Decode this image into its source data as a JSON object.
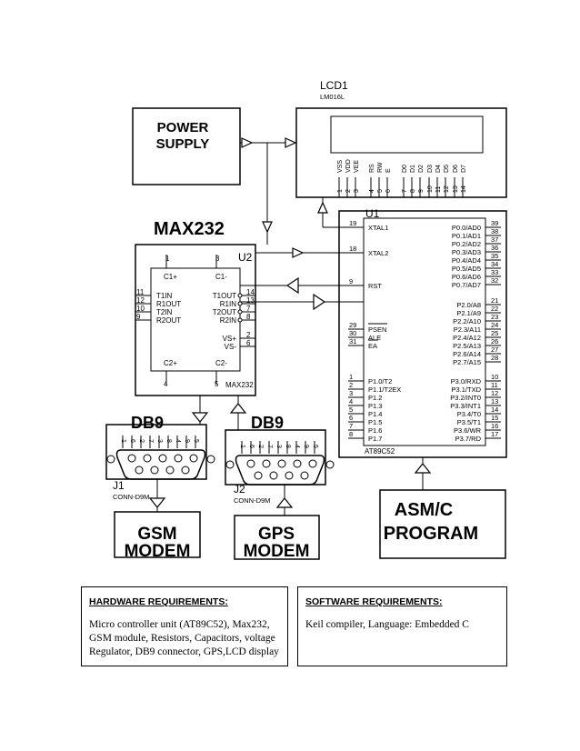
{
  "lcd": {
    "ref": "LCD1",
    "model": "LM016L",
    "pin_names": [
      "VSS",
      "VDD",
      "VEE",
      "RS",
      "RW",
      "E",
      "D0",
      "D1",
      "D2",
      "D3",
      "D4",
      "D5",
      "D6",
      "D7"
    ],
    "pin_numbers": [
      "1",
      "2",
      "3",
      "4",
      "5",
      "6",
      "7",
      "8",
      "9",
      "10",
      "11",
      "12",
      "13",
      "14"
    ]
  },
  "power_supply": {
    "line1": "POWER",
    "line2": "SUPPLY"
  },
  "max232": {
    "title": "MAX232",
    "ref": "U2",
    "part": "MAX232",
    "top_pins": [
      "1",
      "3"
    ],
    "bottom_pins": [
      "4",
      "5"
    ],
    "cap_labels": [
      "C1+",
      "C1-",
      "C2+",
      "C2-"
    ],
    "left_pins": [
      {
        "num": "11",
        "name": "T1IN"
      },
      {
        "num": "12",
        "name": "R1OUT"
      },
      {
        "num": "10",
        "name": "T2IN"
      },
      {
        "num": "9",
        "name": "R2OUT"
      }
    ],
    "right_pins": [
      {
        "num": "14",
        "name": "T1OUT"
      },
      {
        "num": "13",
        "name": "R1IN"
      },
      {
        "num": "7",
        "name": "T2OUT"
      },
      {
        "num": "8",
        "name": "R2IN"
      }
    ],
    "vs_pins": [
      {
        "num": "2",
        "name": "VS+"
      },
      {
        "num": "6",
        "name": "VS-"
      }
    ]
  },
  "mcu": {
    "ref": "U1",
    "part": "AT89C52",
    "left_pins": [
      {
        "num": "19",
        "name": "XTAL1"
      },
      {
        "num": "18",
        "name": "XTAL2"
      },
      {
        "num": "9",
        "name": "RST"
      },
      {
        "num": "29",
        "name": "PSEN"
      },
      {
        "num": "30",
        "name": "ALE"
      },
      {
        "num": "31",
        "name": "EA"
      },
      {
        "num": "1",
        "name": "P1.0/T2"
      },
      {
        "num": "2",
        "name": "P1.1/T2EX"
      },
      {
        "num": "3",
        "name": "P1.2"
      },
      {
        "num": "4",
        "name": "P1.3"
      },
      {
        "num": "5",
        "name": "P1.4"
      },
      {
        "num": "6",
        "name": "P1.5"
      },
      {
        "num": "7",
        "name": "P1.6"
      },
      {
        "num": "8",
        "name": "P1.7"
      }
    ],
    "right_pins": [
      {
        "num": "39",
        "name": "P0.0/AD0"
      },
      {
        "num": "38",
        "name": "P0.1/AD1"
      },
      {
        "num": "37",
        "name": "P0.2/AD2"
      },
      {
        "num": "36",
        "name": "P0.3/AD3"
      },
      {
        "num": "35",
        "name": "P0.4/AD4"
      },
      {
        "num": "34",
        "name": "P0.5/AD5"
      },
      {
        "num": "33",
        "name": "P0.6/AD6"
      },
      {
        "num": "32",
        "name": "P0.7/AD7"
      },
      {
        "num": "21",
        "name": "P2.0/A8"
      },
      {
        "num": "22",
        "name": "P2.1/A9"
      },
      {
        "num": "23",
        "name": "P2.2/A10"
      },
      {
        "num": "24",
        "name": "P2.3/A11"
      },
      {
        "num": "25",
        "name": "P2.4/A12"
      },
      {
        "num": "26",
        "name": "P2.5/A13"
      },
      {
        "num": "27",
        "name": "P2.6/A14"
      },
      {
        "num": "28",
        "name": "P2.7/A15"
      },
      {
        "num": "10",
        "name": "P3.0/RXD"
      },
      {
        "num": "11",
        "name": "P3.1/TXD"
      },
      {
        "num": "12",
        "name": "P3.2/INT0"
      },
      {
        "num": "13",
        "name": "P3.3/INT1"
      },
      {
        "num": "14",
        "name": "P3.4/T0"
      },
      {
        "num": "15",
        "name": "P3.5/T1"
      },
      {
        "num": "16",
        "name": "P3.6/WR"
      },
      {
        "num": "17",
        "name": "P3.7/RD"
      }
    ]
  },
  "db9_left": {
    "title": "DB9",
    "ref": "J1",
    "part": "CONN-D9M",
    "pins": [
      "1",
      "6",
      "2",
      "7",
      "3",
      "8",
      "4",
      "9",
      "5"
    ]
  },
  "db9_right": {
    "title": "DB9",
    "ref": "J2",
    "part": "CONN-D9M",
    "pins": [
      "1",
      "6",
      "2",
      "7",
      "3",
      "8",
      "4",
      "9",
      "5"
    ]
  },
  "gsm": {
    "line1": "GSM",
    "line2": "MODEM"
  },
  "gps": {
    "line1": "GPS",
    "line2": "MODEM"
  },
  "program": {
    "line1": "ASM/C",
    "line2": "PROGRAM"
  },
  "hardware": {
    "title": "HARDWARE REQUIREMENTS:",
    "text": "Micro controller unit (AT89C52), Max232, GSM module, Resistors, Capacitors, voltage Regulator, DB9 connector, GPS,LCD display"
  },
  "software": {
    "title": "SOFTWARE REQUIREMENTS:",
    "text": "Keil compiler, Language: Embedded C"
  }
}
